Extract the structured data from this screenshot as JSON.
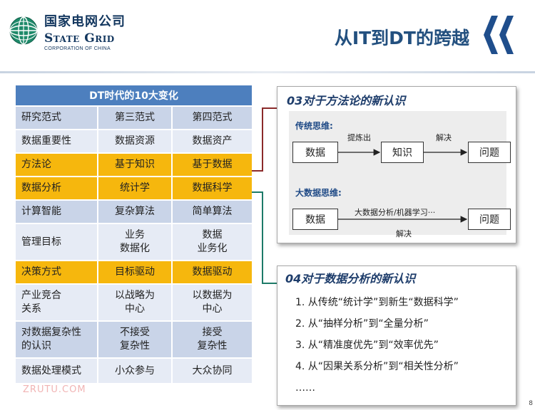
{
  "header": {
    "brand_cn": "国家电网公司",
    "brand_en": "State Grid",
    "brand_sub": "CORPORATION OF CHINA",
    "page_title": "从IT到DT的跨越",
    "colors": {
      "brand": "#12365e",
      "accent": "#1f4e8c",
      "highlight": "#f6b70d"
    }
  },
  "table": {
    "title": "DT时代的10大变化",
    "rows": [
      [
        "研究范式",
        "第三范式",
        "第四范式"
      ],
      [
        "数据重要性",
        "数据资源",
        "数据资产"
      ],
      [
        "方法论",
        "基于知识",
        "基于数据"
      ],
      [
        "数据分析",
        "统计学",
        "数据科学"
      ],
      [
        "计算智能",
        "复杂算法",
        "简单算法"
      ],
      [
        "管理目标",
        "业务\n数据化",
        "数据\n业务化"
      ],
      [
        "决策方式",
        "目标驱动",
        "数据驱动"
      ],
      [
        "产业竞合\n关系",
        "以战略为\n中心",
        "以数据为\n中心"
      ],
      [
        "对数据复杂性\n的认识",
        "不接受\n复杂性",
        "接受\n复杂性"
      ],
      [
        "数据处理模式",
        "小众参与",
        "大众协同"
      ]
    ]
  },
  "panel03": {
    "title": "03对于方法论的新认识",
    "traditional": {
      "label": "传统思维:",
      "box1": "数据",
      "edge1": "提炼出",
      "box2": "知识",
      "edge2": "解决",
      "box3": "问题"
    },
    "bigdata": {
      "label": "大数据思维:",
      "box1": "数据",
      "edge_top": "大数据分析/机器学习···",
      "edge_bottom": "解决",
      "box2": "问题"
    }
  },
  "panel04": {
    "title": "04对于数据分析的新认识",
    "items": [
      "1. 从传统“统计学”到新生“数据科学”",
      "2. 从“抽样分析”到“全量分析”",
      "3. 从“精准度优先”到“效率优先”",
      "4. 从“因果关系分析”到“相关性分析”",
      "……"
    ]
  },
  "watermark": "ZRUTU.COM",
  "page_number": "8"
}
